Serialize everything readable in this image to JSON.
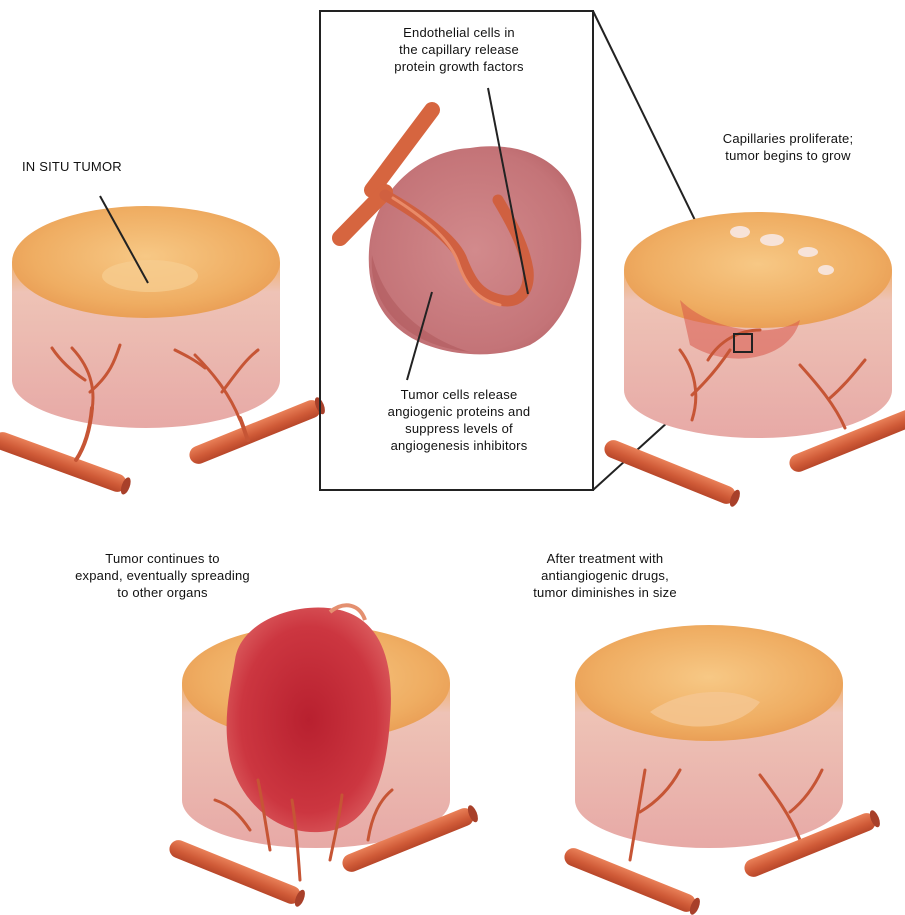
{
  "labels": {
    "in_situ": "IN SITU TUMOR",
    "endothelial": [
      "Endothelial cells in",
      "the capillary release",
      "protein growth factors"
    ],
    "tumor_cells": [
      "Tumor cells release",
      "angiogenic proteins and",
      "suppress levels of",
      "angiogenesis inhibitors"
    ],
    "capillaries": [
      "Capillaries proliferate;",
      "tumor begins to grow"
    ],
    "expand": [
      "Tumor continues to",
      "expand, eventually spreading",
      "to other organs"
    ],
    "treatment": [
      "After treatment with",
      "antiangiogenic drugs,",
      "tumor diminishes in size"
    ]
  },
  "colors": {
    "tissue_top": "#f2b56a",
    "tissue_side": "#eec0b4",
    "vessel": "#d8643e",
    "tumor": "#c8323c",
    "inset_cells": "#c97a7e"
  }
}
